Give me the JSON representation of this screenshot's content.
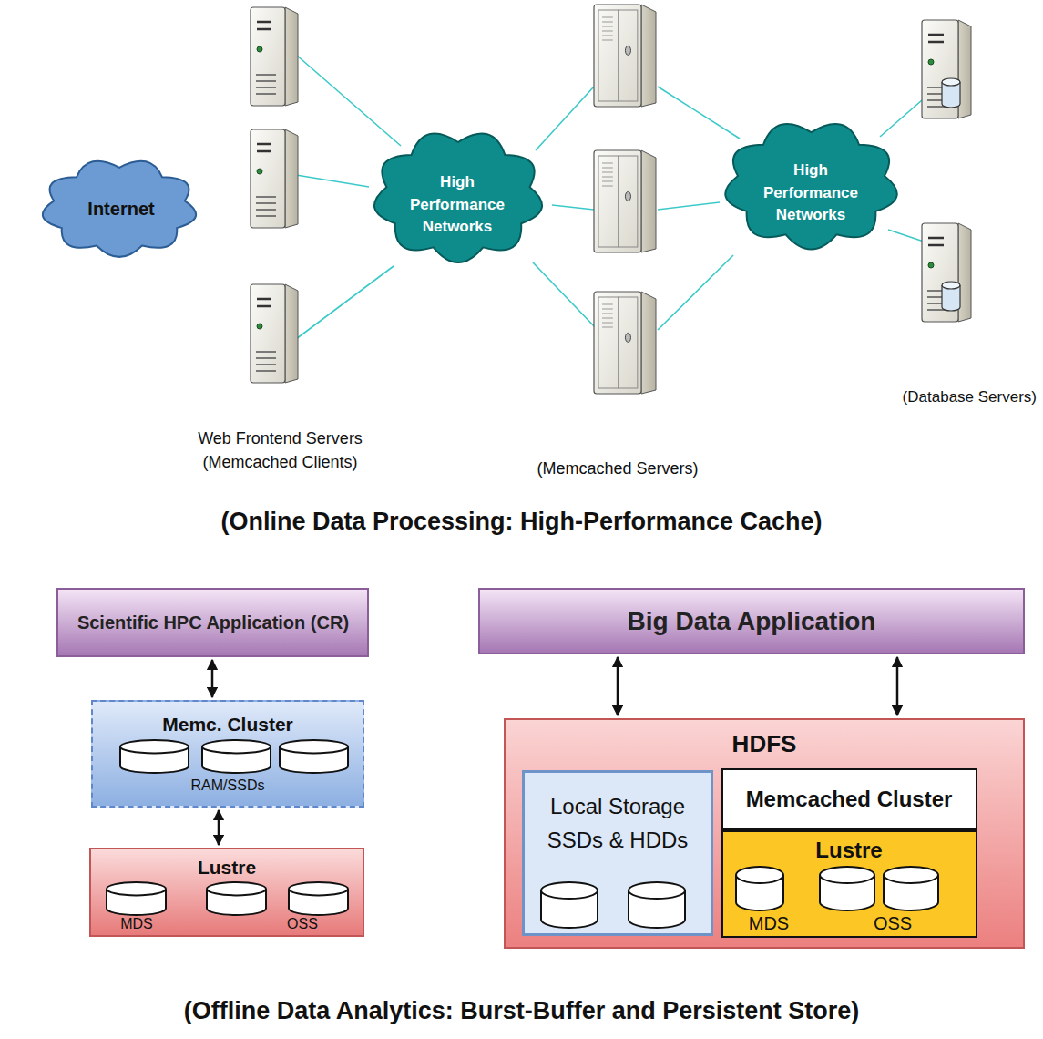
{
  "diagram": {
    "title": "(Online Data Processing: High-Performance Cache)",
    "caption": "(Offline Data Analytics:  Burst-Buffer and Persistent Store)",
    "nodes": [
      {
        "text": [
          "Internet"
        ]
      },
      {
        "text": [
          "High Performance Networks"
        ]
      },
      {
        "text": [
          "High Performance Networks"
        ]
      },
      {
        "text": [
          "Scientific HPC Application (CR)"
        ]
      },
      {
        "text": [
          "Memc. Cluster",
          "RAM/SSDs"
        ]
      },
      {
        "text": [
          "Lustre",
          "MDS",
          "OSS"
        ]
      },
      {
        "text": [
          "Big Data Application"
        ]
      },
      {
        "text": [
          "HDFS"
        ]
      },
      {
        "text": [
          "Local Storage SSDs & HDDs"
        ],
        "in": 7
      },
      {
        "text": [
          "Memcached Cluster"
        ],
        "in": 7
      },
      {
        "text": [
          "Lustre",
          "MDS",
          "OSS"
        ],
        "in": 7
      }
    ],
    "edges": [
      {
        "from": 3,
        "to": 4,
        "arrow": "both"
      },
      {
        "from": 4,
        "to": 5,
        "arrow": "both"
      },
      {
        "from": 6,
        "to": 7,
        "arrow": "both"
      },
      {
        "from": 6,
        "to": 7,
        "arrow": "both"
      }
    ],
    "labels": [
      "Web Frontend Servers (Memcached Clients)",
      "(Memcached Servers)",
      "(Database Servers)"
    ]
  }
}
